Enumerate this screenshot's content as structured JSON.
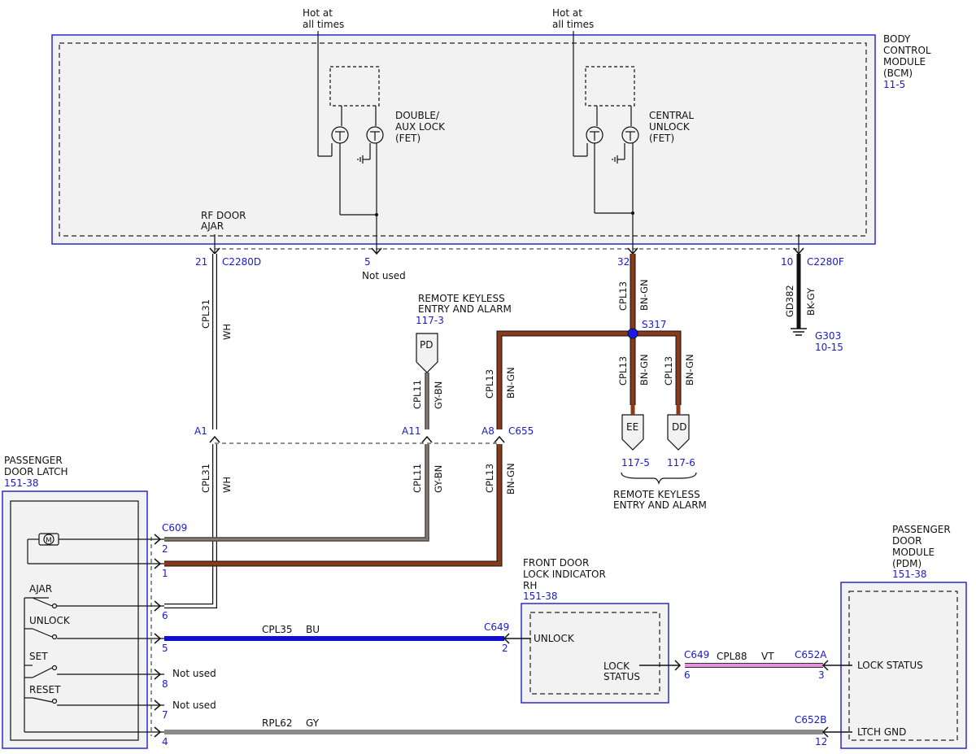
{
  "bcm": {
    "title_lines": [
      "BODY",
      "CONTROL",
      "MODULE",
      "(BCM)"
    ],
    "ref": "11-5",
    "hot_left": [
      "Hot at",
      "all times"
    ],
    "hot_right": [
      "Hot at",
      "all times"
    ],
    "fet_left": [
      "DOUBLE/",
      "AUX LOCK",
      "(FET)"
    ],
    "fet_right": [
      "CENTRAL",
      "UNLOCK",
      "(FET)"
    ],
    "rf_door_ajar": [
      "RF DOOR",
      "AJAR"
    ]
  },
  "bcm_pins": {
    "p21": "21",
    "c2280d": "C2280D",
    "p5": "5",
    "not_used_5": "Not used",
    "p32": "32",
    "p10": "10",
    "c2280f": "C2280F"
  },
  "wires": {
    "cpl31_top": "CPL31",
    "wh_top": "WH",
    "cpl31_bot": "CPL31",
    "wh_bot": "WH",
    "cpl11_top": "CPL11",
    "gybn_top": "GY-BN",
    "cpl11_bot": "CPL11",
    "gybn_bot": "GY-BN",
    "cpl13_a": "CPL13",
    "bngn_a": "BN-GN",
    "cpl13_b": "CPL13",
    "bngn_b": "BN-GN",
    "cpl13_c": "CPL13",
    "bngn_c": "BN-GN",
    "cpl13_d": "CPL13",
    "bngn_d": "BN-GN",
    "cpl13_e": "CPL13",
    "bngn_e": "BN-GN",
    "gd382": "GD382",
    "bkgy": "BK-GY",
    "cpl35": "CPL35",
    "bu": "BU",
    "cpl88": "CPL88",
    "vt": "VT",
    "rpl62": "RPL62",
    "gy": "GY"
  },
  "splice": {
    "s317": "S317"
  },
  "ground": {
    "g303": "G303",
    "ref": "10-15"
  },
  "rke_top": {
    "lines": [
      "REMOTE KEYLESS",
      "ENTRY AND ALARM"
    ],
    "ref": "117-3",
    "pd": "PD"
  },
  "rke_bottom": {
    "ee": "EE",
    "dd": "DD",
    "ref_ee": "117-5",
    "ref_dd": "117-6",
    "lines": [
      "REMOTE KEYLESS",
      "ENTRY AND ALARM"
    ]
  },
  "c655": {
    "a1": "A1",
    "a11": "A11",
    "a8": "A8",
    "name": "C655"
  },
  "latch": {
    "title_lines": [
      "PASSENGER",
      "DOOR LATCH"
    ],
    "ref": "151-38",
    "ajar": "AJAR",
    "unlock": "UNLOCK",
    "set": "SET",
    "reset": "RESET",
    "motor": "M",
    "c609": "C609",
    "pins": [
      "2",
      "1",
      "6",
      "5",
      "8",
      "7",
      "4"
    ],
    "not_used_8": "Not used",
    "not_used_7": "Not used"
  },
  "indicator": {
    "title_lines": [
      "FRONT DOOR",
      "LOCK INDICATOR",
      "RH"
    ],
    "ref": "151-38",
    "unlock": "UNLOCK",
    "lock_status": [
      "LOCK",
      "STATUS"
    ],
    "c649_in": "C649",
    "pin_in": "2",
    "c649_out": "C649",
    "pin_out": "6"
  },
  "pdm": {
    "title_lines": [
      "PASSENGER",
      "DOOR",
      "MODULE",
      "(PDM)"
    ],
    "ref": "151-38",
    "lock_status": "LOCK STATUS",
    "ltch_gnd": "LTCH GND",
    "c652a": "C652A",
    "pin3": "3",
    "c652b": "C652B",
    "pin12": "12"
  },
  "colors": {
    "white_wire": "#ffffff",
    "grybn_wire": "#7a7a7a",
    "brown_wire": "#8a3a1a",
    "blue_wire": "#1010cc",
    "violet_wire": "#e890e0",
    "gray_wire": "#8a8a8a",
    "black_wire": "#111111",
    "module_border": "#2a2acc",
    "module_fill": "#f2f2f2"
  }
}
